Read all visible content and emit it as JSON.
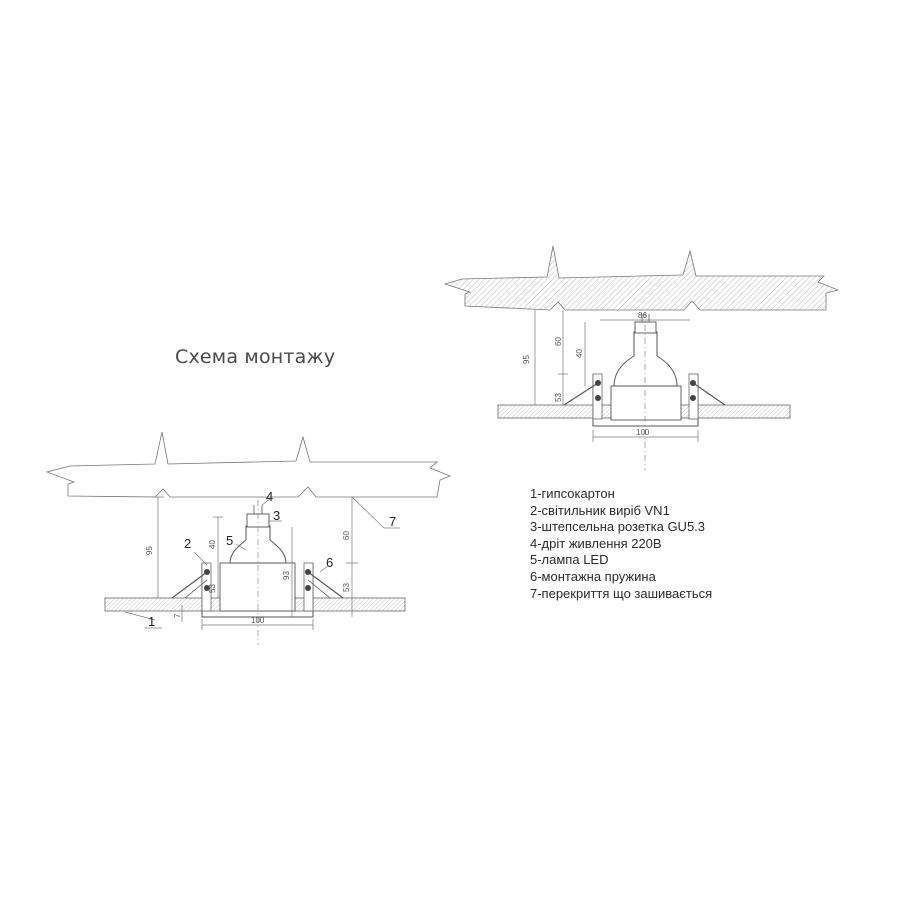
{
  "title": "Схема монтажу",
  "legend": [
    "1-гипсокартон",
    "2-світильник виріб VN1",
    "3-штепсельна розетка GU5.3",
    "4-дріт живлення 220В",
    "5-лампа LED",
    "6-монтажна пружина",
    "7-перекриття що зашивається"
  ],
  "callouts": {
    "c1": "1",
    "c2": "2",
    "c3": "3",
    "c4": "4",
    "c5": "5",
    "c6": "6",
    "c7": "7"
  },
  "dimensions": {
    "large": {
      "d95": "95",
      "d40": "40",
      "d60": "60",
      "d53a": "53",
      "d53b": "53",
      "d93": "93",
      "d7": "7",
      "d100": "100"
    },
    "small": {
      "d95": "95",
      "d60": "60",
      "d40": "40",
      "d53": "53",
      "d86": "86",
      "d100": "100"
    }
  },
  "colors": {
    "hatch": "#9a9a9a",
    "line": "#555555",
    "text": "#2b2b2b",
    "title": "#4a4a4a"
  }
}
